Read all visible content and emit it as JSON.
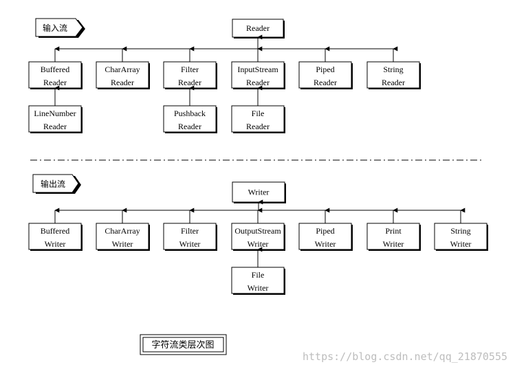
{
  "reader_section": {
    "tag": "输入流",
    "root": "Reader",
    "children": [
      {
        "line1": "Buffered",
        "line2": "Reader"
      },
      {
        "line1": "CharArray",
        "line2": "Reader"
      },
      {
        "line1": "Filter",
        "line2": "Reader"
      },
      {
        "line1": "InputStream",
        "line2": "Reader"
      },
      {
        "line1": "Piped",
        "line2": "Reader"
      },
      {
        "line1": "String",
        "line2": "Reader"
      }
    ],
    "grandchildren": [
      {
        "parent": 0,
        "line1": "LineNumber",
        "line2": "Reader"
      },
      {
        "parent": 2,
        "line1": "Pushback",
        "line2": "Reader"
      },
      {
        "parent": 3,
        "line1": "File",
        "line2": "Reader"
      }
    ]
  },
  "writer_section": {
    "tag": "输出流",
    "root": "Writer",
    "children": [
      {
        "line1": "Buffered",
        "line2": "Writer"
      },
      {
        "line1": "CharArray",
        "line2": "Writer"
      },
      {
        "line1": "Filter",
        "line2": "Writer"
      },
      {
        "line1": "OutputStream",
        "line2": "Writer"
      },
      {
        "line1": "Piped",
        "line2": "Writer"
      },
      {
        "line1": "Print",
        "line2": "Writer"
      },
      {
        "line1": "String",
        "line2": "Writer"
      }
    ],
    "grandchildren": [
      {
        "parent": 3,
        "line1": "File",
        "line2": "Writer"
      }
    ]
  },
  "caption": "字符流类层次图",
  "watermark": "https://blog.csdn.net/qq_21870555"
}
